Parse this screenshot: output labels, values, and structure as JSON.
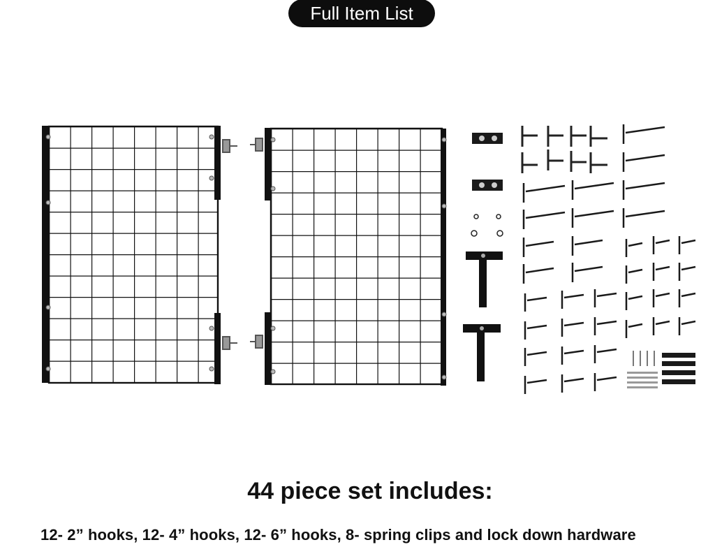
{
  "header": {
    "label": "Full Item List"
  },
  "headline": "44 piece set includes:",
  "details": "12- 2” hooks, 12- 4” hooks, 12- 6” hooks, 8- spring clips and lock down hardware",
  "colors": {
    "ink": "#111111",
    "background": "#ffffff",
    "pill": "#0d0d0d",
    "metal": "#c9c9c9"
  }
}
